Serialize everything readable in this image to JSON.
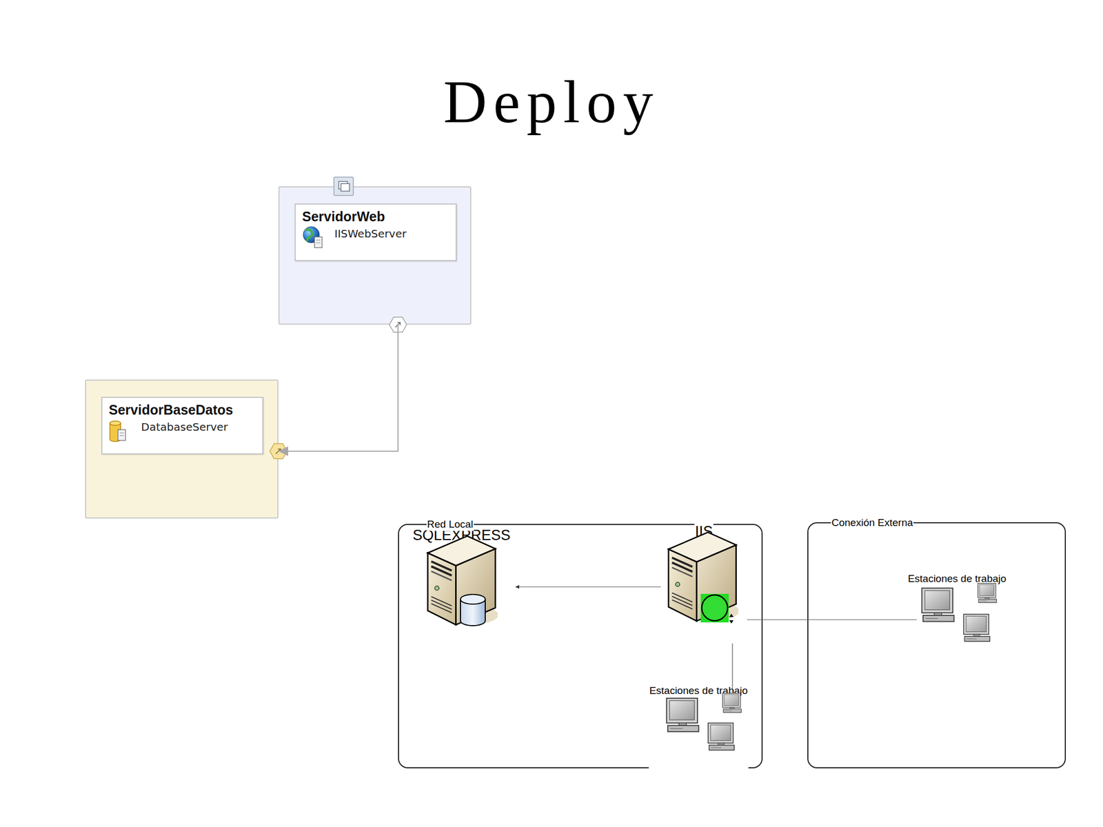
{
  "diagram": {
    "title": "Deploy",
    "nodes": [
      {
        "text": [
          "ServidorWeb",
          "IISWebServer"
        ]
      },
      {
        "text": [
          "ServidorBaseDatos",
          "DatabaseServer"
        ]
      },
      {
        "text": [
          "Red Local"
        ]
      },
      {
        "text": [
          "SQLEXPRESS"
        ],
        "in": 2
      },
      {
        "text": [
          "IIS"
        ],
        "in": 2
      },
      {
        "text": [
          "Estaciones de trabajo"
        ],
        "in": 2
      },
      {
        "text": [
          "Conexión Externa"
        ]
      },
      {
        "text": [
          "Estaciones de trabajo"
        ],
        "in": 6
      }
    ],
    "edges": [
      {
        "from": 0,
        "to": 1,
        "arrow": "to"
      },
      {
        "from": 4,
        "to": 3,
        "arrow": "to"
      },
      {
        "from": 4,
        "to": 5,
        "arrow": "none"
      },
      {
        "from": 7,
        "to": 4,
        "arrow": "none"
      }
    ]
  }
}
